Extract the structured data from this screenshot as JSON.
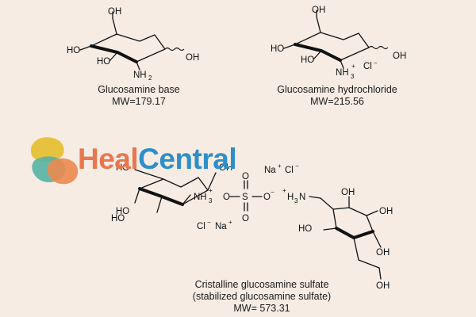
{
  "brand": {
    "name_part1": "Heal",
    "name_part2": "Central",
    "colors": {
      "heal": "#e8774f",
      "central": "#2f8fc8",
      "leaf_yellow": "#e7c23f",
      "leaf_teal": "#57b3a3",
      "leaf_orange": "#ec8a4f"
    }
  },
  "compounds": [
    {
      "name": "Glucosamine base",
      "mw": "MW=179.17",
      "labels": {
        "oh_top": "OH",
        "oh_left": "HO",
        "oh_bottom": "HO",
        "oh_right": "OH",
        "amine": "NH",
        "amine_sub": "2"
      }
    },
    {
      "name": "Glucosamine hydrochloride",
      "mw": "MW=215.56",
      "labels": {
        "oh_top": "OH",
        "oh_left": "HO",
        "oh_bottom": "HO",
        "oh_right": "OH",
        "amine": "NH",
        "amine_sub": "3",
        "charge": "+",
        "counter": "Cl",
        "counter_charge": "−"
      }
    },
    {
      "name_line1": "Cristalline glucosamine sulfate",
      "name_line2": "(stabilized glucosamine sulfate)",
      "mw": "MW= 573.31",
      "labels": {
        "ho_top": "HO",
        "oh_top_right": "OH",
        "ho_left": "HO",
        "ho_bottom": "HO",
        "amine_left": "NH",
        "amine_left_sub": "3",
        "amine_left_charge": "+",
        "sulfate_o_left": "O",
        "sulfate_s": "S",
        "sulfate_o_top": "O",
        "sulfate_o_bottom": "O",
        "sulfate_o_right": "O",
        "sulfate_charge": "−",
        "amine_right": "H",
        "amine_right_prefix": "+",
        "amine_right_sub": "3",
        "amine_right_n": "N",
        "na_cl_top": "Na",
        "na_charge": "+",
        "cl_top": "Cl",
        "cl_charge": "−",
        "cl_bottom": "Cl",
        "na_bottom": "Na",
        "ho_right_ring_left": "HO",
        "oh_right_ring_top": "OH",
        "oh_right_ring_right": "OH",
        "oh_right_ring_bottom": "OH"
      }
    }
  ]
}
